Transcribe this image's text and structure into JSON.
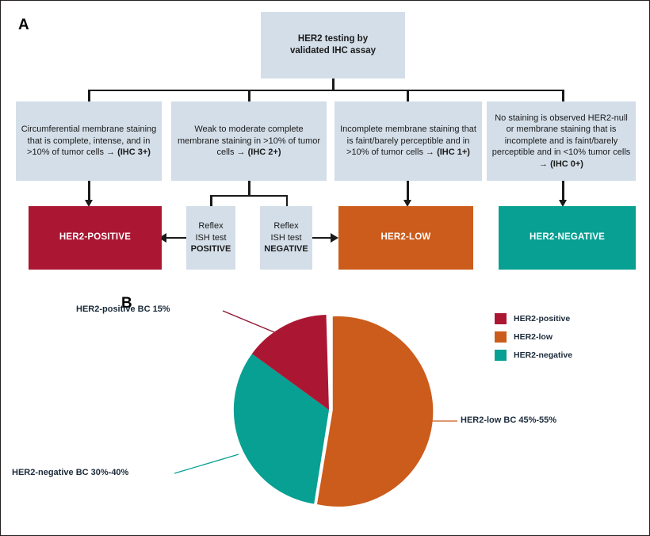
{
  "figure": {
    "panel_a_letter": "A",
    "panel_b_letter": "B"
  },
  "flowchart": {
    "root": {
      "label": "HER2 testing by\nvalidated IHC assay",
      "line1": "HER2 testing by",
      "line2": "validated IHC assay"
    },
    "criteria": [
      {
        "id": "ihc3",
        "text": "Circumferential membrane staining that is complete, intense, and in >10% of tumor cells → ",
        "emphasis": "(IHC 3+)"
      },
      {
        "id": "ihc2",
        "text": "Weak to moderate complete membrane staining in >10% of tumor cells → ",
        "emphasis": "(IHC 2+)"
      },
      {
        "id": "ihc1",
        "text": "Incomplete membrane staining that is faint/barely perceptible and in >10% of tumor cells → ",
        "emphasis": "(IHC 1+)"
      },
      {
        "id": "ihc0",
        "text": "No staining is observed HER2-null or membrane staining that is incomplete and is faint/barely perceptible and in <10% tumor cells → ",
        "emphasis": "(IHC 0+)"
      }
    ],
    "reflex": [
      {
        "id": "reflex-positive",
        "line1": "Reflex",
        "line2": "ISH test",
        "result": "POSITIVE"
      },
      {
        "id": "reflex-negative",
        "line1": "Reflex",
        "line2": "ISH test",
        "result": "NEGATIVE"
      }
    ],
    "results": [
      {
        "id": "her2-positive",
        "label": "HER2-POSITIVE",
        "color": "#ab1733"
      },
      {
        "id": "her2-low",
        "label": "HER2-LOW",
        "color": "#cc5c1b"
      },
      {
        "id": "her2-negative",
        "label": "HER2-NEGATIVE",
        "color": "#07a093"
      }
    ]
  },
  "chart_data": {
    "type": "pie",
    "title": "",
    "categories": [
      "HER2-low",
      "HER2-negative",
      "HER2-positive"
    ],
    "values": [
      52.5,
      32.5,
      15
    ],
    "colors": [
      "#cc5c1b",
      "#07a093",
      "#ab1733"
    ],
    "legend_position": "top-right",
    "legend": [
      {
        "label": "HER2-positive",
        "color": "#ab1733"
      },
      {
        "label": "HER2-low",
        "color": "#cc5c1b"
      },
      {
        "label": "HER2-negative",
        "color": "#07a093"
      }
    ],
    "annotations": [
      {
        "id": "callout-positive",
        "label": "HER2-positive BC 15%",
        "value": 15,
        "range": "15%",
        "color": "#ab1733"
      },
      {
        "id": "callout-low",
        "label": "HER2-low BC 45%-55%",
        "value": 52.5,
        "range": "45%-55%",
        "color": "#cc5c1b"
      },
      {
        "id": "callout-negative",
        "label": "HER2-negative BC 30%-40%",
        "value": 32.5,
        "range": "30%-40%",
        "color": "#07a093"
      }
    ],
    "exploded_slice": "HER2-low",
    "start_angle_deg": 0,
    "direction": "clockwise"
  }
}
